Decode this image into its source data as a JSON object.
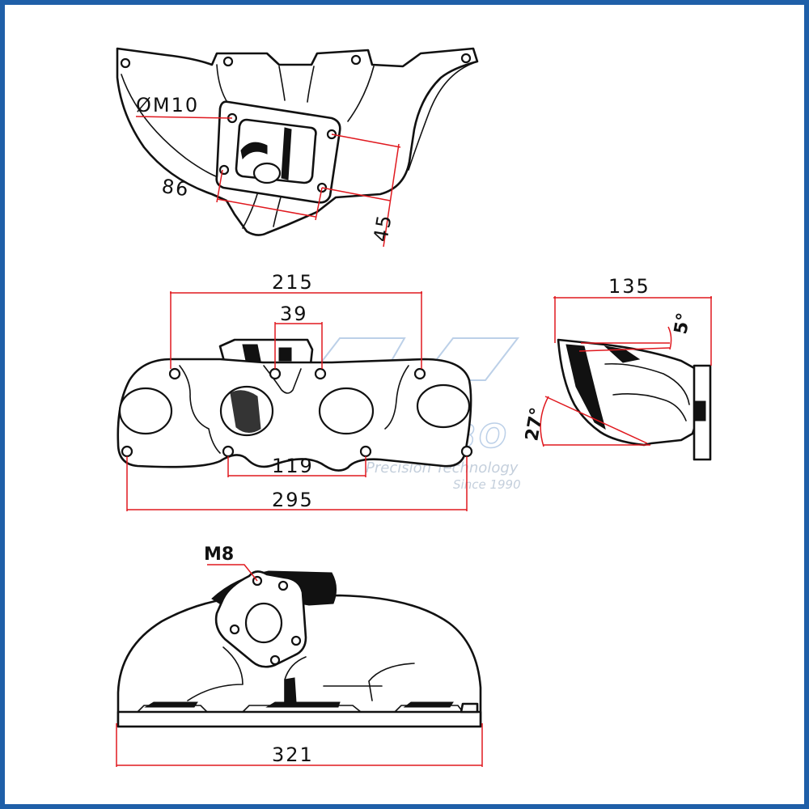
{
  "top_view": {
    "thread_label": "ØM10",
    "dim_flange_width": "86",
    "dim_flange_height": "45"
  },
  "front_view": {
    "dim_outer_top": "215",
    "dim_turbo_studs": "39",
    "dim_inner_bottom": "119",
    "dim_overall_bottom": "295"
  },
  "side_view": {
    "dim_length": "135",
    "dim_angle_small": "5°",
    "dim_angle_large": "27°"
  },
  "bottom_view": {
    "thread_label": "M8",
    "dim_overall_width": "321"
  },
  "watermark": {
    "brand_part": "TURBO",
    "slogan": "Precision Technology",
    "since": "Since 1990"
  },
  "colors": {
    "border": "#1f5fa8",
    "dimension_line": "#e0191f",
    "watermark": "#bcd0e8"
  }
}
